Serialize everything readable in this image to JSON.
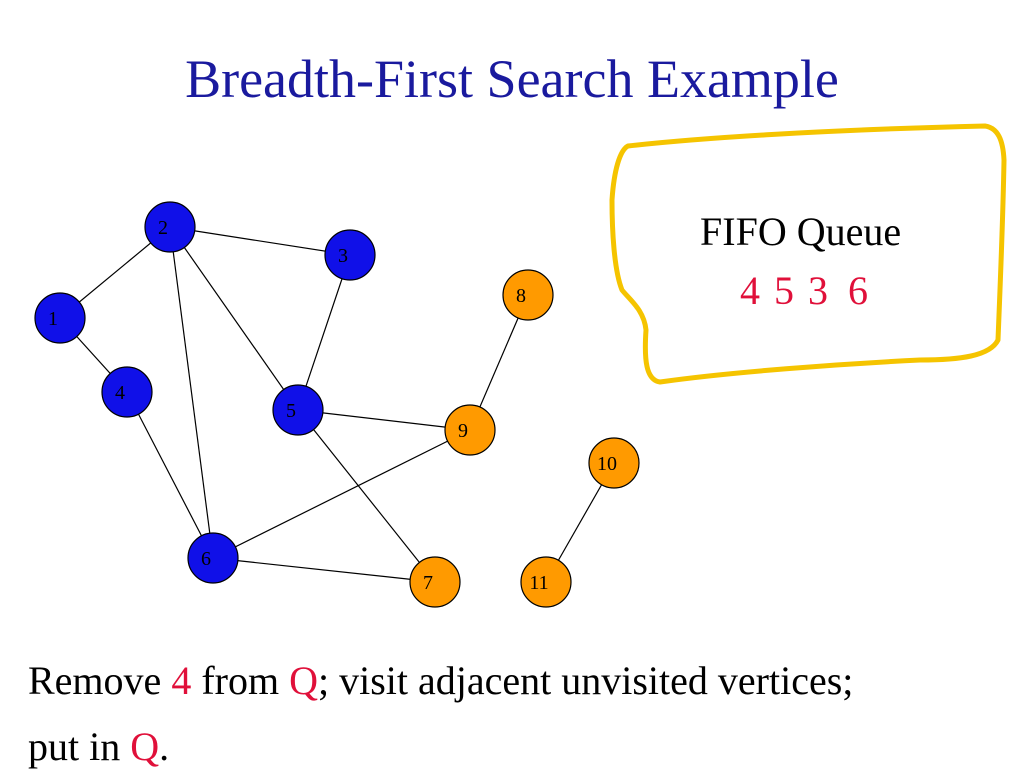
{
  "title": "Breadth-First Search Example",
  "queue": {
    "label": "FIFO Queue",
    "items": [
      "4",
      "5",
      "3",
      "6"
    ]
  },
  "caption": {
    "remove": "Remove ",
    "vertex": "4",
    "from": " from ",
    "q1": "Q",
    "rest1": "; visit adjacent unvisited vertices;",
    "put": "put in ",
    "q2": "Q",
    "end": "."
  },
  "colors": {
    "visited": "#1010e8",
    "unvisited": "#ff9a00",
    "highlight": "#e0103a",
    "title": "#1a1a9e",
    "queue_border": "#f5c400"
  },
  "graph": {
    "nodes": [
      {
        "id": "1",
        "state": "visited"
      },
      {
        "id": "2",
        "state": "visited"
      },
      {
        "id": "3",
        "state": "visited"
      },
      {
        "id": "4",
        "state": "visited"
      },
      {
        "id": "5",
        "state": "visited"
      },
      {
        "id": "6",
        "state": "visited"
      },
      {
        "id": "7",
        "state": "unvisited"
      },
      {
        "id": "8",
        "state": "unvisited"
      },
      {
        "id": "9",
        "state": "unvisited"
      },
      {
        "id": "10",
        "state": "unvisited"
      },
      {
        "id": "11",
        "state": "unvisited"
      }
    ],
    "edges": [
      [
        "1",
        "2"
      ],
      [
        "1",
        "4"
      ],
      [
        "2",
        "3"
      ],
      [
        "2",
        "5"
      ],
      [
        "2",
        "6"
      ],
      [
        "3",
        "5"
      ],
      [
        "4",
        "6"
      ],
      [
        "5",
        "9"
      ],
      [
        "5",
        "7"
      ],
      [
        "6",
        "9"
      ],
      [
        "6",
        "7"
      ],
      [
        "8",
        "9"
      ],
      [
        "10",
        "11"
      ]
    ]
  }
}
